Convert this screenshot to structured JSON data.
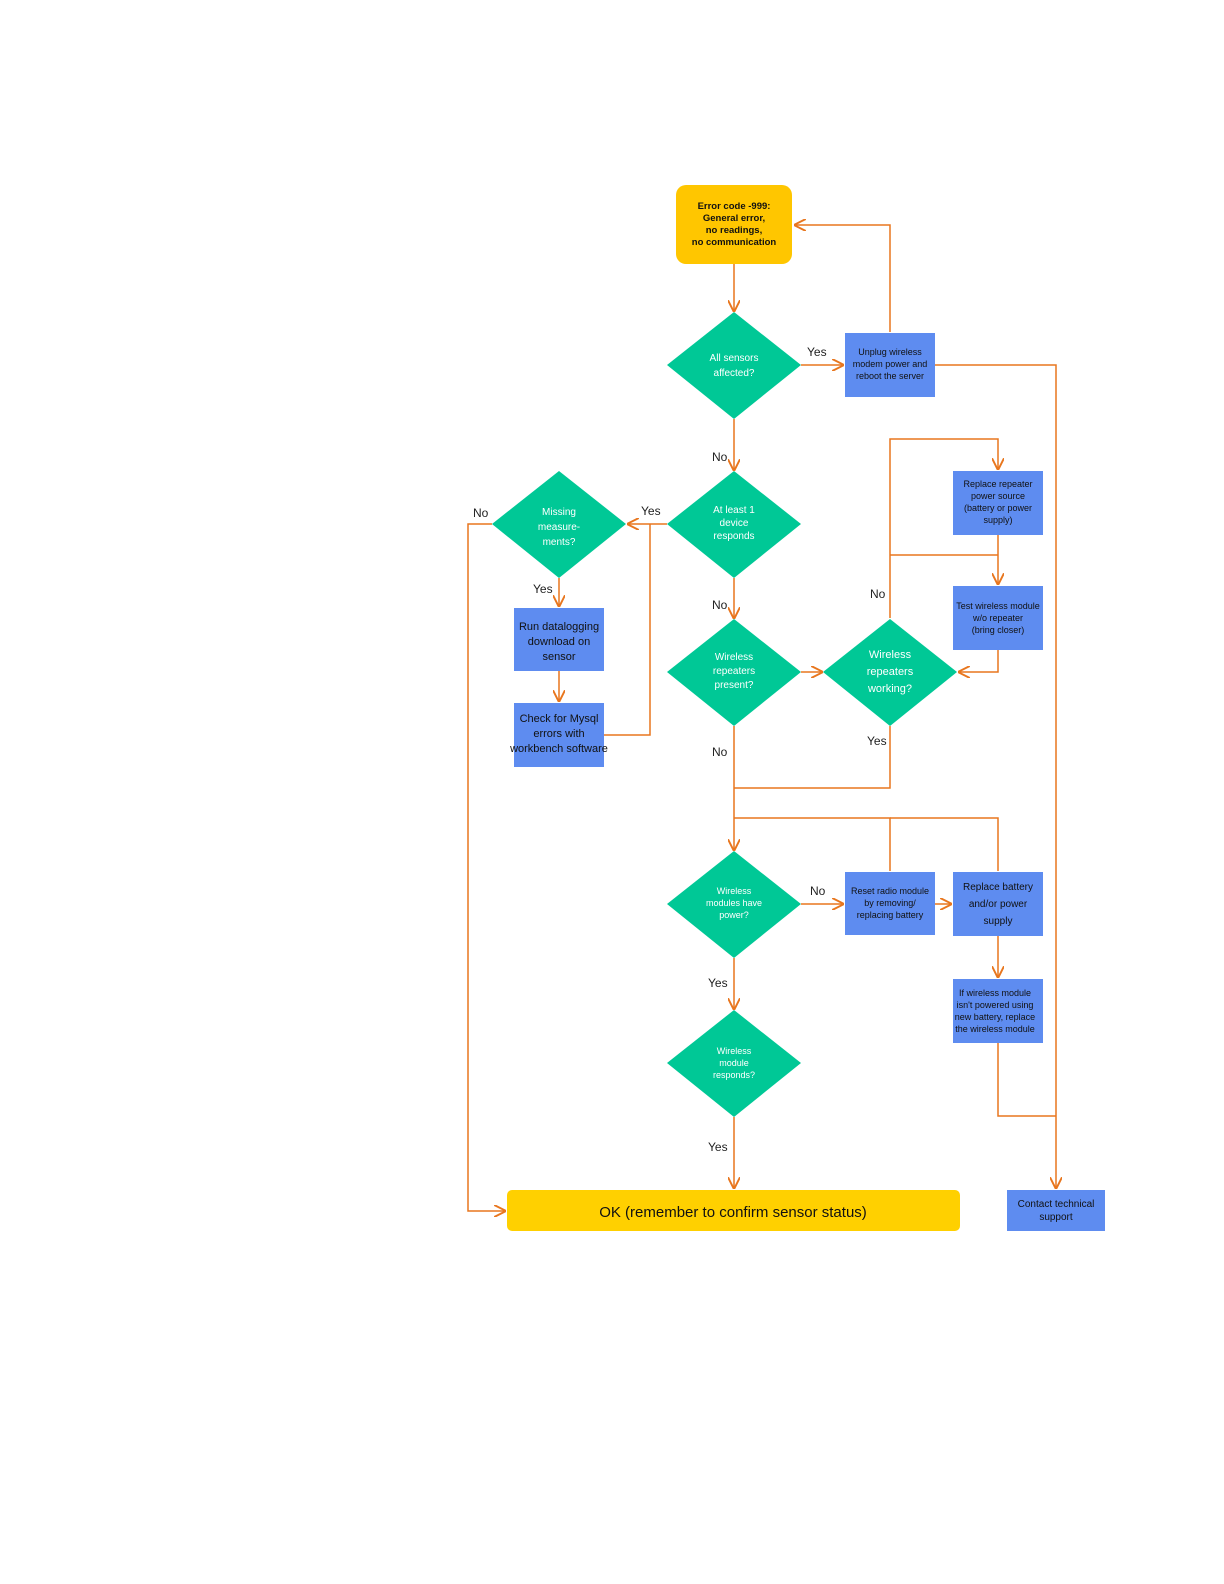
{
  "nodes": {
    "start": [
      "Error code -999:",
      "General error,",
      "no readings,",
      "no communication"
    ],
    "all_sensors": [
      "All sensors",
      "affected?"
    ],
    "unplug": [
      "Unplug wireless",
      "modem power and",
      "reboot the server"
    ],
    "at_least_one": [
      "At least 1",
      "device",
      "responds"
    ],
    "missing": [
      "Missing",
      "measure-",
      "ments?"
    ],
    "run_datalogging": [
      "Run datalogging",
      "download on",
      "sensor"
    ],
    "check_mysql": [
      "Check for Mysql",
      "errors with",
      "workbench software"
    ],
    "replace_repeater": [
      "Replace repeater",
      "power source",
      "(battery or power",
      "supply)"
    ],
    "test_wireless": [
      "Test wireless module",
      "w/o repeater",
      "(bring closer)"
    ],
    "repeaters_present": [
      "Wireless",
      "repeaters",
      "present?"
    ],
    "repeaters_working": [
      "Wireless",
      "repeaters",
      "working?"
    ],
    "modules_power": [
      "Wireless",
      "modules have",
      "power?"
    ],
    "reset_radio": [
      "Reset radio module",
      "by removing/",
      "replacing battery"
    ],
    "replace_battery": [
      "Replace battery",
      "and/or power",
      "supply"
    ],
    "if_wireless": [
      "If wireless module",
      "isn't powered using",
      "new battery, replace",
      "the wireless module"
    ],
    "module_responds": [
      "Wireless",
      "module",
      "responds?"
    ],
    "ok": "OK (remember to confirm sensor status)",
    "contact": [
      "Contact technical",
      "support"
    ]
  },
  "labels": {
    "yes": "Yes",
    "no": "No"
  },
  "colors": {
    "start_fill": "#FFC600",
    "end_fill": "#FFD000",
    "decision_fill": "#00C896",
    "process_fill": "#5E8CF0",
    "connector": "#E8761E"
  }
}
